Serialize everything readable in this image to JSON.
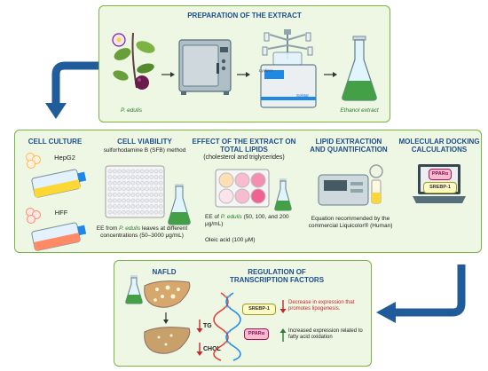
{
  "prep": {
    "title": "PREPARATION OF THE EXTRACT",
    "plant_label": "P. edulis",
    "extract_label": "Ethanol extract",
    "device_brand": "Lyolizer",
    "device_brand2": "Solstar"
  },
  "cell_culture": {
    "title": "CELL CULTURE",
    "line1": "HepG2",
    "line2": "HFF"
  },
  "cell_viability": {
    "title": "CELL VIABILITY",
    "method": "sulforhodamine B (SFB) method",
    "desc_prefix": "EE from ",
    "desc_species": "P. edulis",
    "desc_suffix": " leaves at different concentrations (50–3000 μg/mL)"
  },
  "effect": {
    "title": "EFFECT OF THE EXTRACT ON TOTAL LIPIDS",
    "subtitle": "(cholesterol and triglycerides)",
    "desc_prefix": "EE of ",
    "desc_species": "P. edulis",
    "desc_suffix": " (50, 100, and 200 μg/mL)",
    "oleic": "Oleic acid (100 μM)"
  },
  "lipid": {
    "title": "LIPID EXTRACTION AND QUANTIFICATION",
    "desc": "Equation recommended by the commercial Liquicolor® (Human)"
  },
  "docking": {
    "title": "MOLECULAR DOCKING CALCULATIONS",
    "label1": "PPARα",
    "label2": "SREBP-1"
  },
  "results": {
    "nafld": "NAFLD",
    "tg": "TG",
    "chol": "CHOL",
    "reg_title": "REGULATION OF TRANSCRIPTION FACTORS",
    "srebp": "SREBP-1",
    "ppar": "PPARα",
    "dec_text": "Decrease in expression that promotes lipogenesis.",
    "inc_text": "Increased expression related to fatty acid oxidation"
  },
  "colors": {
    "border": "#7cb342",
    "title": "#1d4e89",
    "down": "#c62828",
    "up": "#2e7d32",
    "arrow": "#1f5c99"
  }
}
